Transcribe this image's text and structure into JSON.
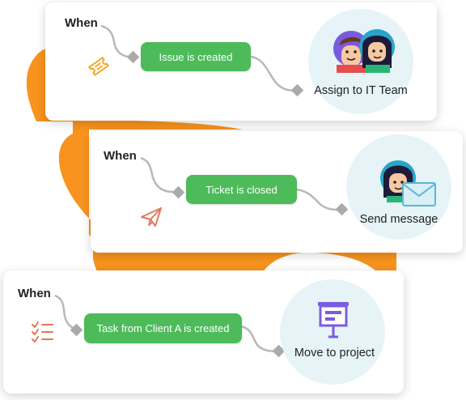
{
  "colors": {
    "accent_green": "#4dbb5a",
    "orange_blob": "#f7931e",
    "circle_bg": "#e6f4f8",
    "connector_gray": "#b8b8b8",
    "diamond_gray": "#aaaaaa"
  },
  "rules": [
    {
      "when_label": "When",
      "trigger_label": "Issue is created",
      "trigger_icon": "ticket-icon",
      "action_label": "Assign to IT Team",
      "action_icon": "team-avatars-icon"
    },
    {
      "when_label": "When",
      "trigger_label": "Ticket is closed",
      "trigger_icon": "paper-plane-icon",
      "action_label": "Send message",
      "action_icon": "avatar-envelope-icon"
    },
    {
      "when_label": "When",
      "trigger_label": "Task from Client A is created",
      "trigger_icon": "checklist-icon",
      "action_label": "Move to project",
      "action_icon": "presentation-board-icon"
    }
  ]
}
